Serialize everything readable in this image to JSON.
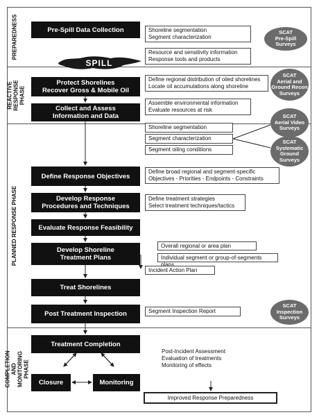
{
  "phases": {
    "preparedness": "PREPAREDNESS",
    "reactive": "REACTIVE\nRESPONSE\nPHASE",
    "planned": "PLANNED RESPONSE PHASE",
    "completion": "COMPLETION\nAND MONITORING\nPHASE"
  },
  "spill_label": "SPILL",
  "steps": {
    "prespill": "Pre-Spill Data Collection",
    "protect": "Protect Shorelines\nRecover Gross & Mobile Oil",
    "collect": "Collect and Assess\nInformation and Data",
    "objectives": "Define Response Objectives",
    "procedures": "Develop Response\nProcedures and Techniques",
    "feasibility": "Evaluate Response Feasibility",
    "plans": "Develop Shoreline\nTreatment Plans",
    "treat": "Treat Shorelines",
    "inspection": "Post Treatment Inspection",
    "completion": "Treatment Completion",
    "closure": "Closure",
    "monitoring": "Monitoring"
  },
  "notes": {
    "prespill": "Shoreline segmentation\nSegment characterization",
    "resources": "Resource and sensitivity information\nResponse tools and products",
    "protect": "Define regional distribution of oiled shorelines\nLocate oil accumulations along shoreline",
    "collect": "Assemble environmental information\nEvaluate resources at risk",
    "segmentation": "Shoreline segmentation",
    "characterization": "Segment characterization",
    "oiling": "Segment oiling conditions",
    "objectives": "Define broad regional and segment-specific\nObjectives - Priorities - Endpoints - Constraints",
    "procedures": "Define treatment strategies\nSelect treatment techniques/tactics",
    "regional_plan": "Overall regional or area plan",
    "segment_plan": "Individual segment or group-of-segments plans",
    "iap": "Incident Action Plan",
    "inspection_report": "Segment Inspection Report",
    "post_incident": "Post-Incident Assessment\nEvaluation of treatments\nMonitoring of effects",
    "improved": "Improved Response Preparedness"
  },
  "scat": {
    "prespill": "SCAT\nPre-Spill\nSurveys",
    "aerial_ground": "SCAT\nAerial and\nGround Recon\nSurveys",
    "aerial_video": "SCAT\nAerial Video\nSurveys",
    "systematic": "SCAT\nSystematic\nGround\nSurveys",
    "inspection": "SCAT\nInspection\nSurveys"
  },
  "colors": {
    "step_fill": "#111111",
    "scat_fill": "#6b6b6b",
    "frame": "#555555"
  }
}
